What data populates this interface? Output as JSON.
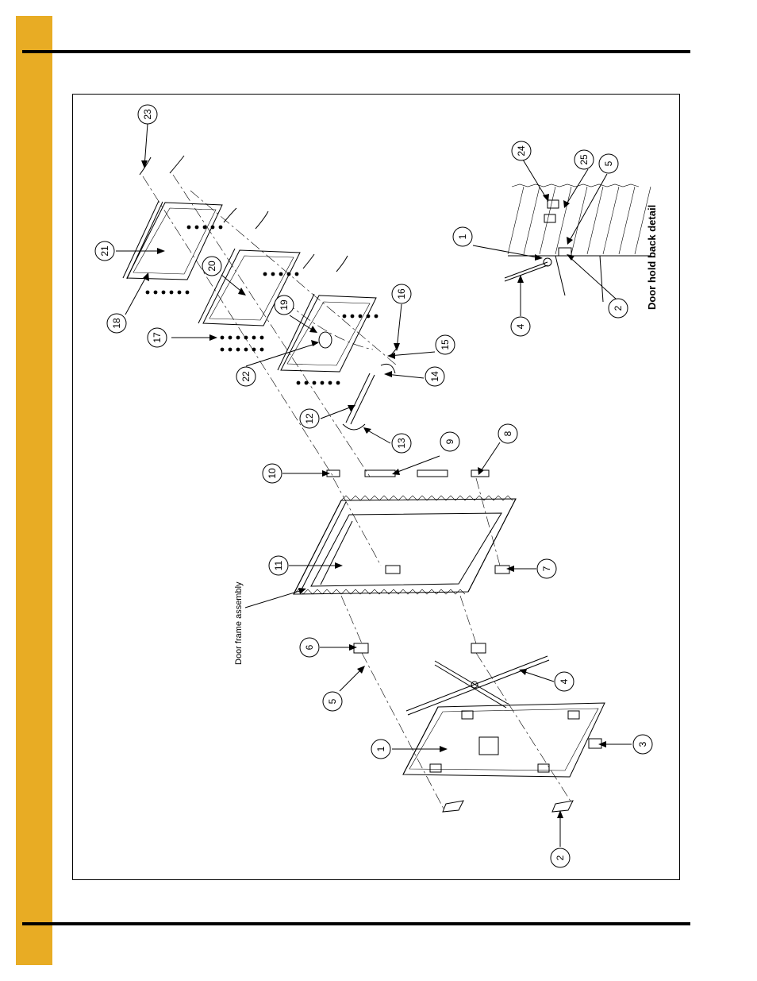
{
  "colors": {
    "accent_bar": "#e8ac24",
    "rule": "#000000"
  },
  "labels": {
    "door_frame_assembly": "Door frame assembly",
    "door_hold_back_detail": "Door hold back detail"
  },
  "callouts": [
    {
      "id": "c23",
      "text": "23"
    },
    {
      "id": "c21",
      "text": "21"
    },
    {
      "id": "c18",
      "text": "18"
    },
    {
      "id": "c20",
      "text": "20"
    },
    {
      "id": "c17",
      "text": "17"
    },
    {
      "id": "c19",
      "text": "19"
    },
    {
      "id": "c22",
      "text": "22"
    },
    {
      "id": "c16",
      "text": "16"
    },
    {
      "id": "c15",
      "text": "15"
    },
    {
      "id": "c14",
      "text": "14"
    },
    {
      "id": "c12",
      "text": "12"
    },
    {
      "id": "c13",
      "text": "13"
    },
    {
      "id": "c10",
      "text": "10"
    },
    {
      "id": "c9",
      "text": "9"
    },
    {
      "id": "c8",
      "text": "8"
    },
    {
      "id": "c11",
      "text": "11"
    },
    {
      "id": "c7",
      "text": "7"
    },
    {
      "id": "c6",
      "text": "6"
    },
    {
      "id": "c5",
      "text": "5"
    },
    {
      "id": "c4",
      "text": "4"
    },
    {
      "id": "c1",
      "text": "1"
    },
    {
      "id": "c3",
      "text": "3"
    },
    {
      "id": "c2",
      "text": "2"
    },
    {
      "id": "d24",
      "text": "24"
    },
    {
      "id": "d25",
      "text": "25"
    },
    {
      "id": "d5",
      "text": "5"
    },
    {
      "id": "d1",
      "text": "1"
    },
    {
      "id": "d4",
      "text": "4"
    },
    {
      "id": "d2",
      "text": "2"
    }
  ]
}
